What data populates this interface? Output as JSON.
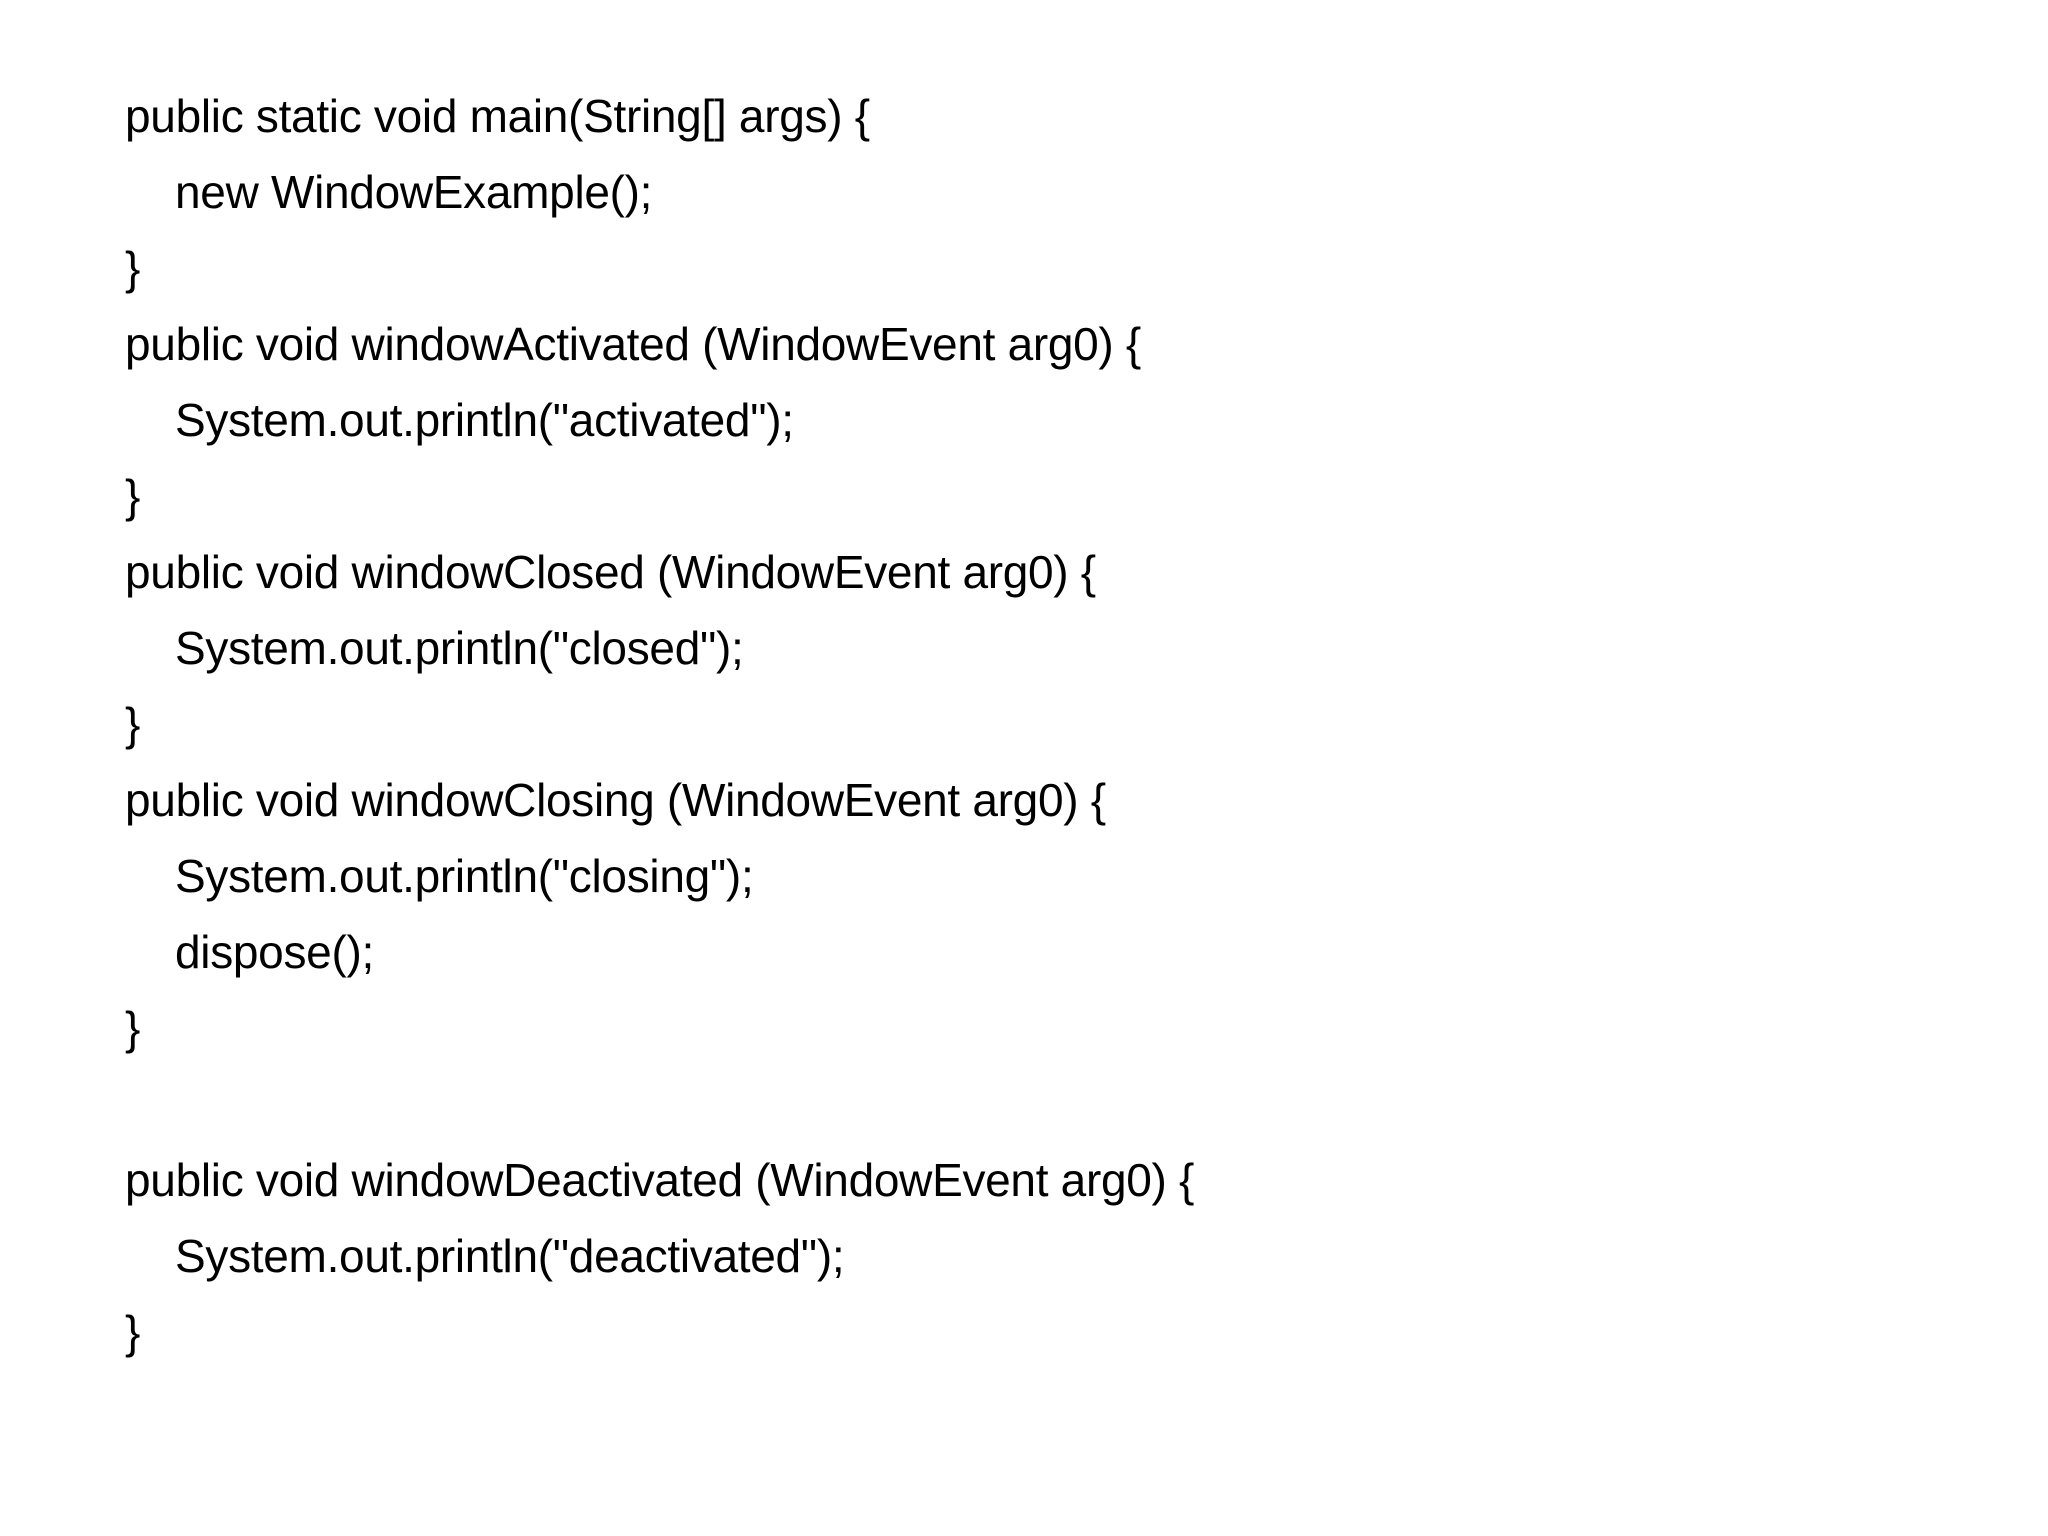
{
  "page": {
    "background_color": "#ffffff",
    "text_color": "#000000"
  },
  "code": {
    "language": "java",
    "lines": [
      {
        "indent": 0,
        "blank": false,
        "text": "public static void main(String[] args) {"
      },
      {
        "indent": 1,
        "blank": false,
        "text": "new WindowExample();"
      },
      {
        "indent": 0,
        "blank": false,
        "text": "}"
      },
      {
        "indent": 0,
        "blank": false,
        "text": "public void windowActivated (WindowEvent arg0) {"
      },
      {
        "indent": 1,
        "blank": false,
        "text": "System.out.println(\"activated\");"
      },
      {
        "indent": 0,
        "blank": false,
        "text": "}"
      },
      {
        "indent": 0,
        "blank": false,
        "text": "public void windowClosed (WindowEvent arg0) {"
      },
      {
        "indent": 1,
        "blank": false,
        "text": "System.out.println(\"closed\");"
      },
      {
        "indent": 0,
        "blank": false,
        "text": "}"
      },
      {
        "indent": 0,
        "blank": false,
        "text": "public void windowClosing (WindowEvent arg0) {"
      },
      {
        "indent": 1,
        "blank": false,
        "text": "System.out.println(\"closing\");"
      },
      {
        "indent": 1,
        "blank": false,
        "text": "dispose();"
      },
      {
        "indent": 0,
        "blank": false,
        "text": "}"
      },
      {
        "indent": 0,
        "blank": true,
        "text": ""
      },
      {
        "indent": 0,
        "blank": false,
        "text": "public void windowDeactivated (WindowEvent arg0) {"
      },
      {
        "indent": 1,
        "blank": false,
        "text": "System.out.println(\"deactivated\");"
      },
      {
        "indent": 0,
        "blank": false,
        "text": "}"
      }
    ]
  }
}
